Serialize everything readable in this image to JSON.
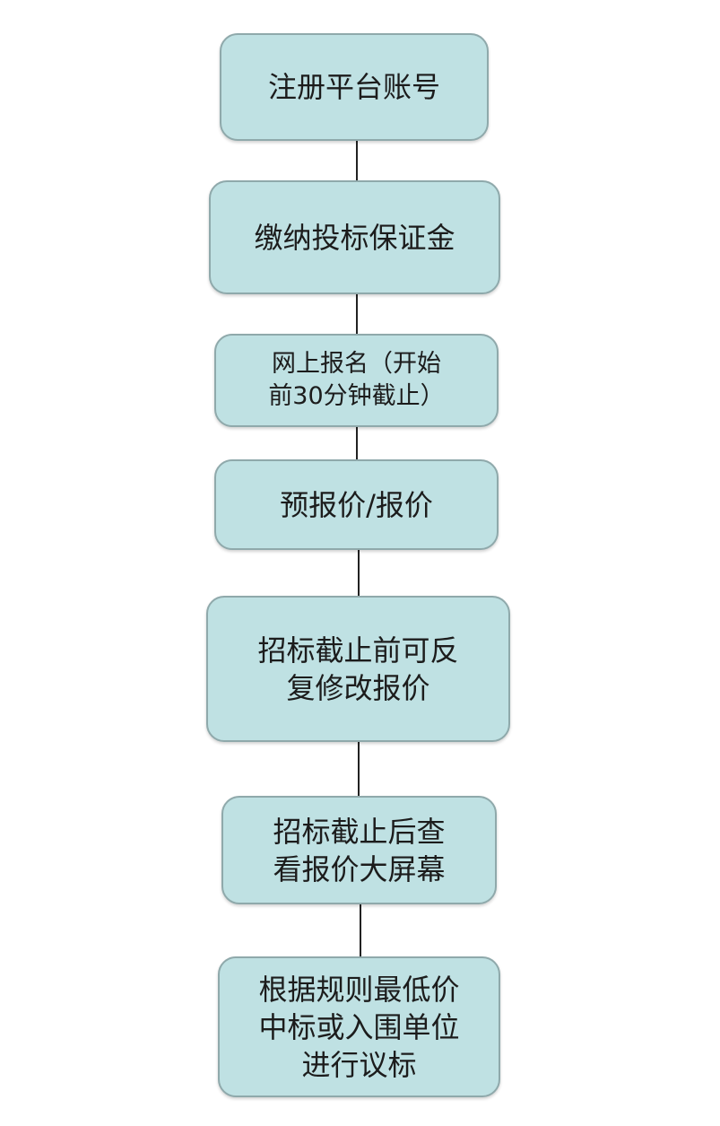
{
  "flowchart": {
    "steps": [
      {
        "label": "注册平台账号"
      },
      {
        "label": "缴纳投标保证金"
      },
      {
        "label": "网上报名（开始\n前30分钟截止）"
      },
      {
        "label": "预报价/报价"
      },
      {
        "label": "招标截止前可反\n复修改报价"
      },
      {
        "label": "招标截止后查\n看报价大屏幕"
      },
      {
        "label": "根据规则最低价\n中标或入围单位\n进行议标"
      }
    ]
  }
}
